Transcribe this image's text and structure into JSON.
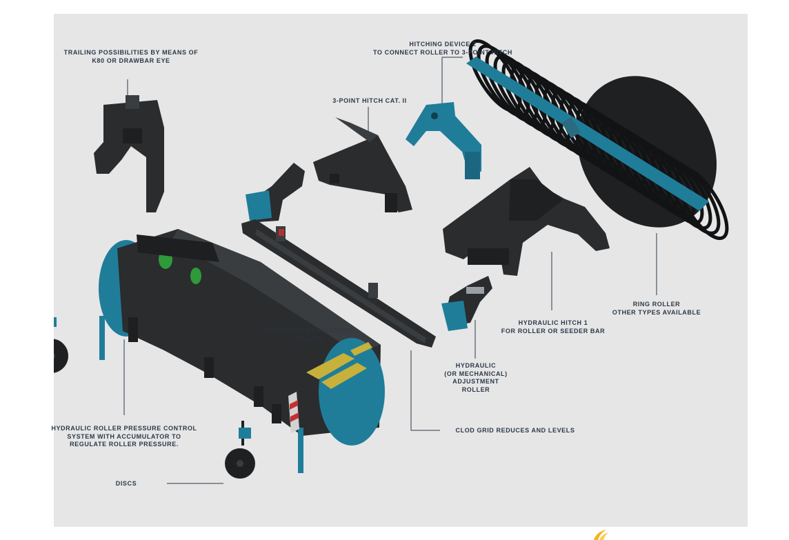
{
  "colors": {
    "panel_bg": "#e6e6e6",
    "machine_dark": "#2a2c2e",
    "machine_mid": "#3a3d40",
    "machine_blue": "#1f7d9a",
    "accent_yellow": "#c7b13a",
    "accent_green": "#2f9a3a",
    "label_text": "#2b3848"
  },
  "labels": {
    "trailing": [
      "TRAILING POSSIBILITIES BY MEANS OF",
      "K80 OR DRAWBAR EYE"
    ],
    "hitching_device_2": [
      "HITCHING DEVICE 2",
      "TO CONNECT ROLLER TO 3-POINT HITCH"
    ],
    "three_point_hitch": [
      "3-POINT HITCH CAT. II"
    ],
    "ring_roller": [
      "RING ROLLER",
      "OTHER TYPES AVAILABLE"
    ],
    "hydraulic_hitch_1": [
      "HYDRAULIC HITCH 1",
      "FOR ROLLER OR SEEDER BAR"
    ],
    "hydraulic_adjustment_roller": [
      "HYDRAULIC",
      "(OR MECHANICAL)",
      "ADJUSTMENT",
      "ROLLER"
    ],
    "clod_grid": [
      "CLOD GRID REDUCES AND LEVELS"
    ],
    "pressure_control": [
      "HYDRAULIC ROLLER PRESSURE CONTROL",
      "SYSTEM WITH ACCUMULATOR TO",
      "REGULATE ROLLER PRESSURE."
    ],
    "discs": [
      "DISCS"
    ],
    "overlaid_ghost": [
      "HYDRAULIC ADJUSTMENT",
      "ROLLER"
    ]
  }
}
